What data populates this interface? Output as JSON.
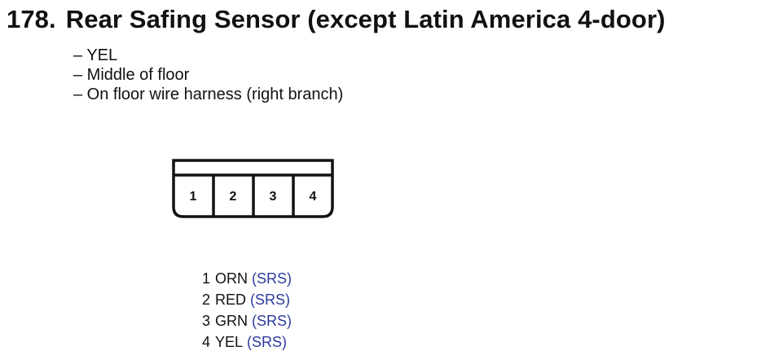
{
  "heading": {
    "number": "178.",
    "text": "Rear Safing Sensor (except Latin America 4-door)"
  },
  "notes": [
    "– YEL",
    "– Middle of floor",
    "– On floor wire harness (right branch)"
  ],
  "connector": {
    "pins": [
      "1",
      "2",
      "3",
      "4"
    ]
  },
  "wires": [
    {
      "pin": "1",
      "color": "ORN",
      "system": "(SRS)"
    },
    {
      "pin": "2",
      "color": "RED",
      "system": "(SRS)"
    },
    {
      "pin": "3",
      "color": "GRN",
      "system": "(SRS)"
    },
    {
      "pin": "4",
      "color": "YEL",
      "system": "(SRS)"
    }
  ],
  "colors": {
    "system_label": "#2a3a9c",
    "text": "#111111"
  }
}
